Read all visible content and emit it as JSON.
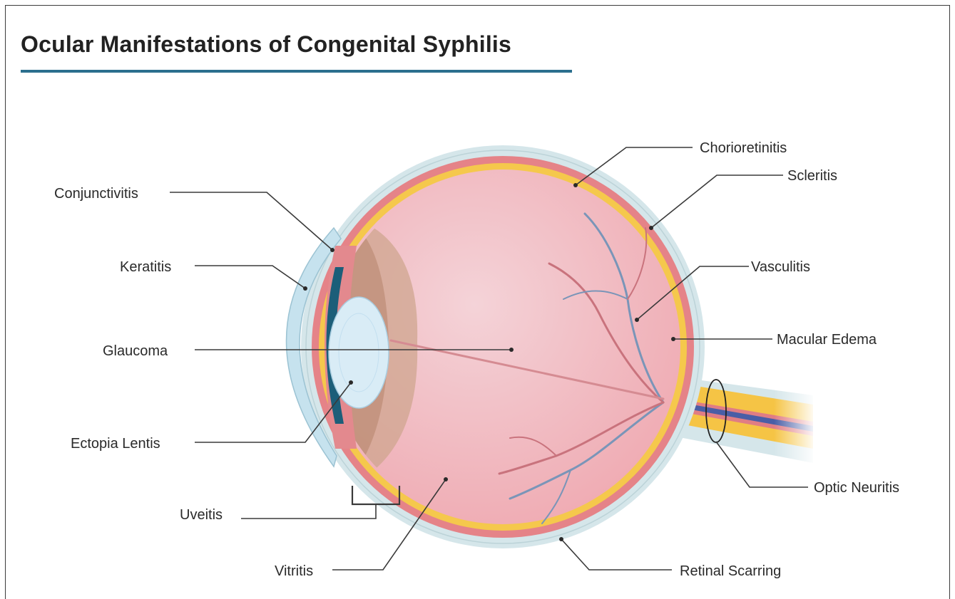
{
  "title": "Ocular Manifestations of Congenital Syphilis",
  "colors": {
    "title_rule": "#2b6f8e",
    "sclera": "#d5e6ea",
    "choroid": "#e48387",
    "retina": "#f5c84c",
    "vitreous": "#f2b3b9",
    "cornea": "#c5e2ee",
    "iris": "#1c5e79",
    "lens": "#d9ecf6",
    "optic_nerve": "#f5c445"
  },
  "labels": {
    "chorioretinitis": "Chorioretinitis",
    "scleritis": "Scleritis",
    "conjunctivitis": "Conjunctivitis",
    "keratitis": "Keratitis",
    "vasculitis": "Vasculitis",
    "glaucoma": "Glaucoma",
    "macular_edema": "Macular Edema",
    "ectopia_lentis": "Ectopia Lentis",
    "optic_neuritis": "Optic Neuritis",
    "uveitis": "Uveitis",
    "vitritis": "Vitritis",
    "retinal_scarring": "Retinal Scarring"
  }
}
